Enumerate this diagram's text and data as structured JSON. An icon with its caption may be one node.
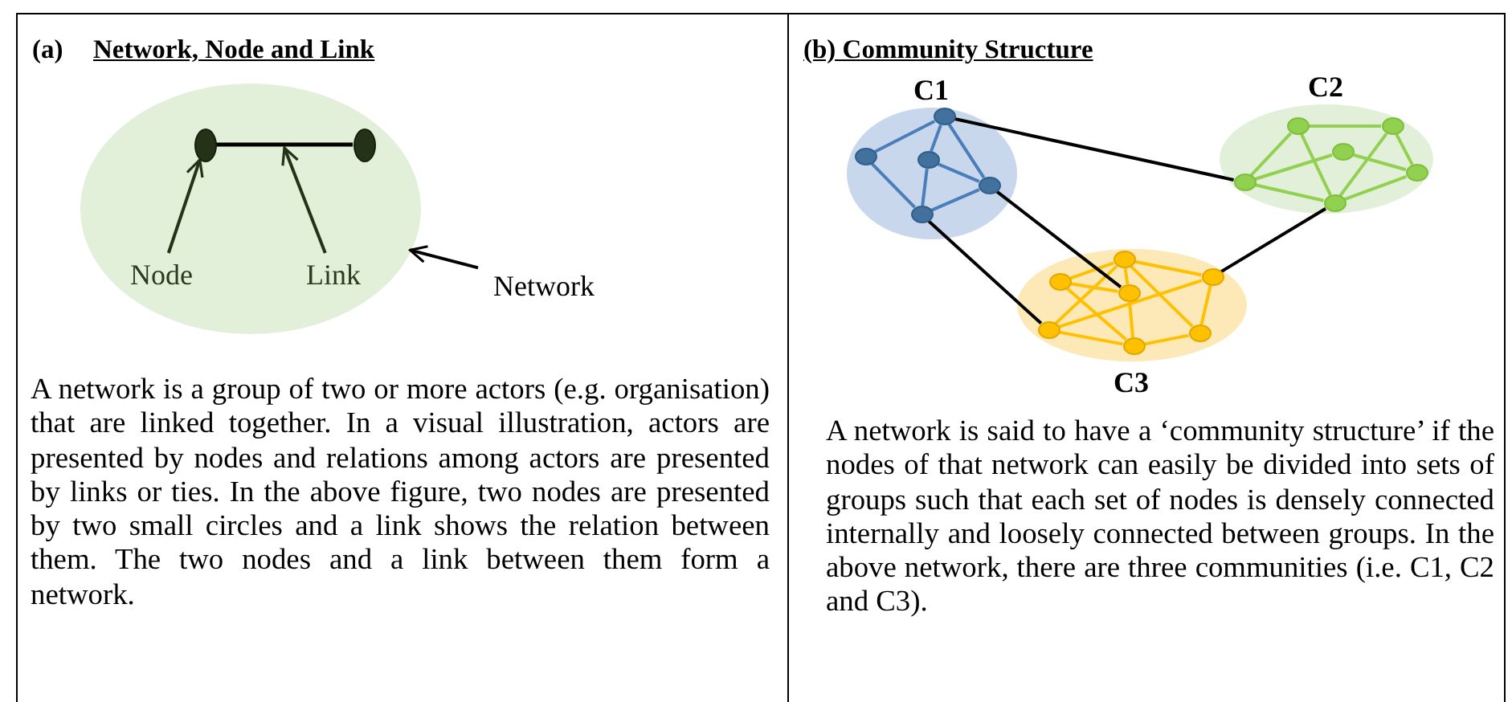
{
  "diagram": {
    "nodes": [
      {
        "text": [
          "(a)",
          "Network, Node and Link",
          "A network is a group of two or more actors (e.g. organisation) that are linked together. In a visual illustration, actors are presented by nodes and relations among actors are presented by links or ties. In the above figure, two nodes are presented by two small circles and a link shows the relation between them. The two nodes and a link between them form a network."
        ]
      },
      {
        "text": [],
        "shape": "circle",
        "in": 0
      },
      {
        "text": [],
        "shape": "circle",
        "in": 1
      },
      {
        "text": [],
        "shape": "circle",
        "in": 1
      },
      {
        "text": [
          "Node"
        ],
        "in": 1
      },
      {
        "text": [
          "Link"
        ],
        "in": 1
      },
      {
        "text": [
          "Network"
        ],
        "in": 0
      },
      {
        "text": [
          "(b) Community Structure",
          "A network is said to have a ‘community structure’ if the nodes of that network can easily be divided into sets of groups such that each set of nodes is densely connected internally and loosely connected between groups. In the above network, there are three communities (i.e. C1, C2 and C3)."
        ]
      },
      {
        "text": [
          "C1"
        ],
        "in": 7
      },
      {
        "text": [],
        "shape": "circle",
        "in": 8
      },
      {
        "text": [],
        "shape": "circle",
        "in": 8
      },
      {
        "text": [],
        "shape": "circle",
        "in": 8
      },
      {
        "text": [],
        "shape": "circle",
        "in": 8
      },
      {
        "text": [],
        "shape": "circle",
        "in": 8
      },
      {
        "text": [
          "C2"
        ],
        "in": 7
      },
      {
        "text": [],
        "shape": "circle",
        "in": 14
      },
      {
        "text": [],
        "shape": "circle",
        "in": 14
      },
      {
        "text": [],
        "shape": "circle",
        "in": 14
      },
      {
        "text": [],
        "shape": "circle",
        "in": 14
      },
      {
        "text": [],
        "shape": "circle",
        "in": 14
      },
      {
        "text": [],
        "shape": "circle",
        "in": 14
      },
      {
        "text": [
          "C3"
        ],
        "in": 7
      },
      {
        "text": [],
        "shape": "circle",
        "in": 21
      },
      {
        "text": [],
        "shape": "circle",
        "in": 21
      },
      {
        "text": [],
        "shape": "circle",
        "in": 21
      },
      {
        "text": [],
        "shape": "circle",
        "in": 21
      },
      {
        "text": [],
        "shape": "circle",
        "in": 21
      },
      {
        "text": [],
        "shape": "circle",
        "in": 21
      },
      {
        "text": [],
        "shape": "circle",
        "in": 21
      }
    ],
    "edges": [
      {
        "from": 2,
        "to": 3,
        "arrow": "none",
        "color": "#000000"
      },
      {
        "from": 4,
        "to": 2,
        "arrow": "to",
        "color": "#243318"
      },
      {
        "from": 5,
        "to": null,
        "arrow": "to",
        "color": "#243318"
      },
      {
        "from": 6,
        "to": 1,
        "arrow": "to",
        "color": "#000000"
      },
      {
        "from": 9,
        "to": 10,
        "arrow": "none",
        "color": "#4a7ebb"
      },
      {
        "from": 9,
        "to": 11,
        "arrow": "none",
        "color": "#4a7ebb"
      },
      {
        "from": 9,
        "to": 12,
        "arrow": "none",
        "color": "#4a7ebb"
      },
      {
        "from": 10,
        "to": 13,
        "arrow": "none",
        "color": "#4a7ebb"
      },
      {
        "from": 11,
        "to": 13,
        "arrow": "none",
        "color": "#4a7ebb"
      },
      {
        "from": 11,
        "to": 12,
        "arrow": "none",
        "color": "#4a7ebb"
      },
      {
        "from": 13,
        "to": 12,
        "arrow": "none",
        "color": "#4a7ebb"
      },
      {
        "from": 15,
        "to": 16,
        "arrow": "none",
        "color": "#92d050"
      },
      {
        "from": 15,
        "to": 19,
        "arrow": "none",
        "color": "#92d050"
      },
      {
        "from": 15,
        "to": 20,
        "arrow": "none",
        "color": "#92d050"
      },
      {
        "from": 16,
        "to": 20,
        "arrow": "none",
        "color": "#92d050"
      },
      {
        "from": 16,
        "to": 18,
        "arrow": "none",
        "color": "#92d050"
      },
      {
        "from": 17,
        "to": 19,
        "arrow": "none",
        "color": "#92d050"
      },
      {
        "from": 17,
        "to": 18,
        "arrow": "none",
        "color": "#92d050"
      },
      {
        "from": 19,
        "to": 20,
        "arrow": "none",
        "color": "#92d050"
      },
      {
        "from": 20,
        "to": 18,
        "arrow": "none",
        "color": "#92d050"
      },
      {
        "from": 22,
        "to": 24,
        "arrow": "none",
        "color": "#ffc000"
      },
      {
        "from": 22,
        "to": 25,
        "arrow": "none",
        "color": "#ffc000"
      },
      {
        "from": 22,
        "to": 23,
        "arrow": "none",
        "color": "#ffc000"
      },
      {
        "from": 22,
        "to": 26,
        "arrow": "none",
        "color": "#ffc000"
      },
      {
        "from": 22,
        "to": 27,
        "arrow": "none",
        "color": "#ffc000"
      },
      {
        "from": 24,
        "to": 25,
        "arrow": "none",
        "color": "#ffc000"
      },
      {
        "from": 24,
        "to": 28,
        "arrow": "none",
        "color": "#ffc000"
      },
      {
        "from": 26,
        "to": 23,
        "arrow": "none",
        "color": "#ffc000"
      },
      {
        "from": 26,
        "to": 28,
        "arrow": "none",
        "color": "#ffc000"
      },
      {
        "from": 25,
        "to": 28,
        "arrow": "none",
        "color": "#ffc000"
      },
      {
        "from": 23,
        "to": 27,
        "arrow": "none",
        "color": "#ffc000"
      },
      {
        "from": 28,
        "to": 27,
        "arrow": "none",
        "color": "#ffc000"
      },
      {
        "from": 9,
        "to": 19,
        "arrow": "none",
        "color": "#000000"
      },
      {
        "from": 12,
        "to": 25,
        "arrow": "none",
        "color": "#000000"
      },
      {
        "from": 13,
        "to": 26,
        "arrow": "none",
        "color": "#000000"
      },
      {
        "from": 20,
        "to": 23,
        "arrow": "none",
        "color": "#000000"
      }
    ]
  }
}
